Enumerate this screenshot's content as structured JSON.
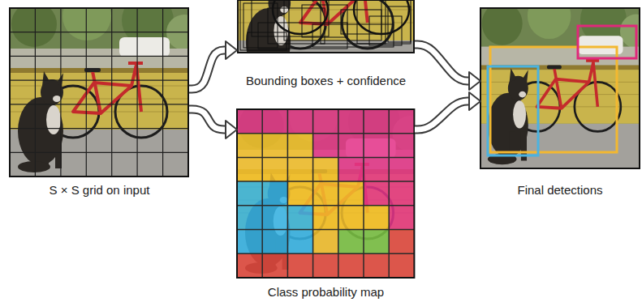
{
  "diagram": {
    "nodes": [
      {
        "text": [
          "S × S grid on input"
        ]
      },
      {
        "text": [
          "Bounding boxes + confidence"
        ]
      },
      {
        "text": [
          "Class probability map"
        ]
      },
      {
        "text": [
          "Final detections"
        ]
      }
    ],
    "edges": [
      {
        "from": 0,
        "to": 1,
        "arrow": "to"
      },
      {
        "from": 0,
        "to": 2,
        "arrow": "to"
      },
      {
        "from": 1,
        "to": 3,
        "arrow": "to"
      },
      {
        "from": 2,
        "to": 3,
        "arrow": "to"
      }
    ]
  }
}
